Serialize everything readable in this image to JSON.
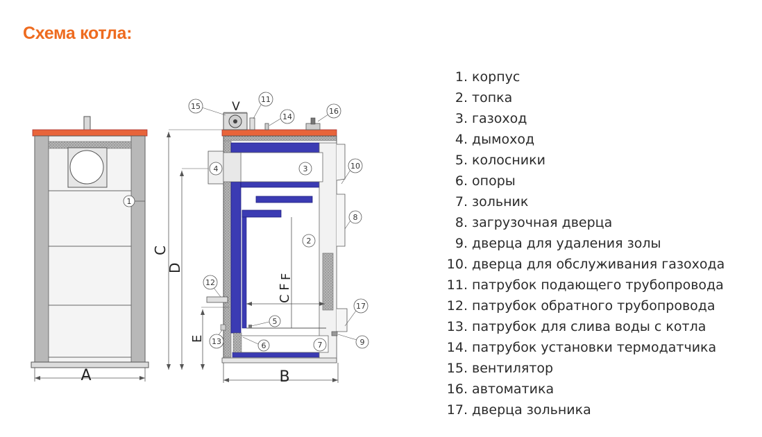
{
  "title": "Схема котла:",
  "colors": {
    "title": "#ee6b1f",
    "top_panel": "#e8643a",
    "flue_blue": "#3b3bb3",
    "insulation": "#9a9a9a",
    "outline": "#555555"
  },
  "legend": [
    {
      "num": "1.",
      "text": "корпус"
    },
    {
      "num": "2.",
      "text": "топка"
    },
    {
      "num": "3.",
      "text": "газоход"
    },
    {
      "num": "4.",
      "text": "дымоход"
    },
    {
      "num": "5.",
      "text": "колосники"
    },
    {
      "num": "6.",
      "text": "опоры"
    },
    {
      "num": "7.",
      "text": "зольник"
    },
    {
      "num": "8.",
      "text": "загрузочная дверца"
    },
    {
      "num": "9.",
      "text": "дверца для удаления золы"
    },
    {
      "num": "10.",
      "text": "дверца для обслуживания газохода"
    },
    {
      "num": "11.",
      "text": "патрубок подающего трубопровода"
    },
    {
      "num": "12.",
      "text": "патрубок обратного трубопровода"
    },
    {
      "num": "13.",
      "text": "патрубок для слива воды с котла"
    },
    {
      "num": "14.",
      "text": "патрубок установки термодатчика"
    },
    {
      "num": "15.",
      "text": "вентилятор"
    },
    {
      "num": "16.",
      "text": "автоматика"
    },
    {
      "num": "17.",
      "text": "дверца зольника"
    }
  ],
  "diagram": {
    "callouts": [
      "1",
      "2",
      "3",
      "4",
      "5",
      "6",
      "7",
      "8",
      "9",
      "10",
      "11",
      "12",
      "13",
      "14",
      "15",
      "16",
      "17"
    ],
    "dimensions": {
      "a": "A",
      "b": "B",
      "c": "C",
      "d": "D",
      "e": "E",
      "f": "F",
      "cf": "C F",
      "v": "V"
    }
  }
}
